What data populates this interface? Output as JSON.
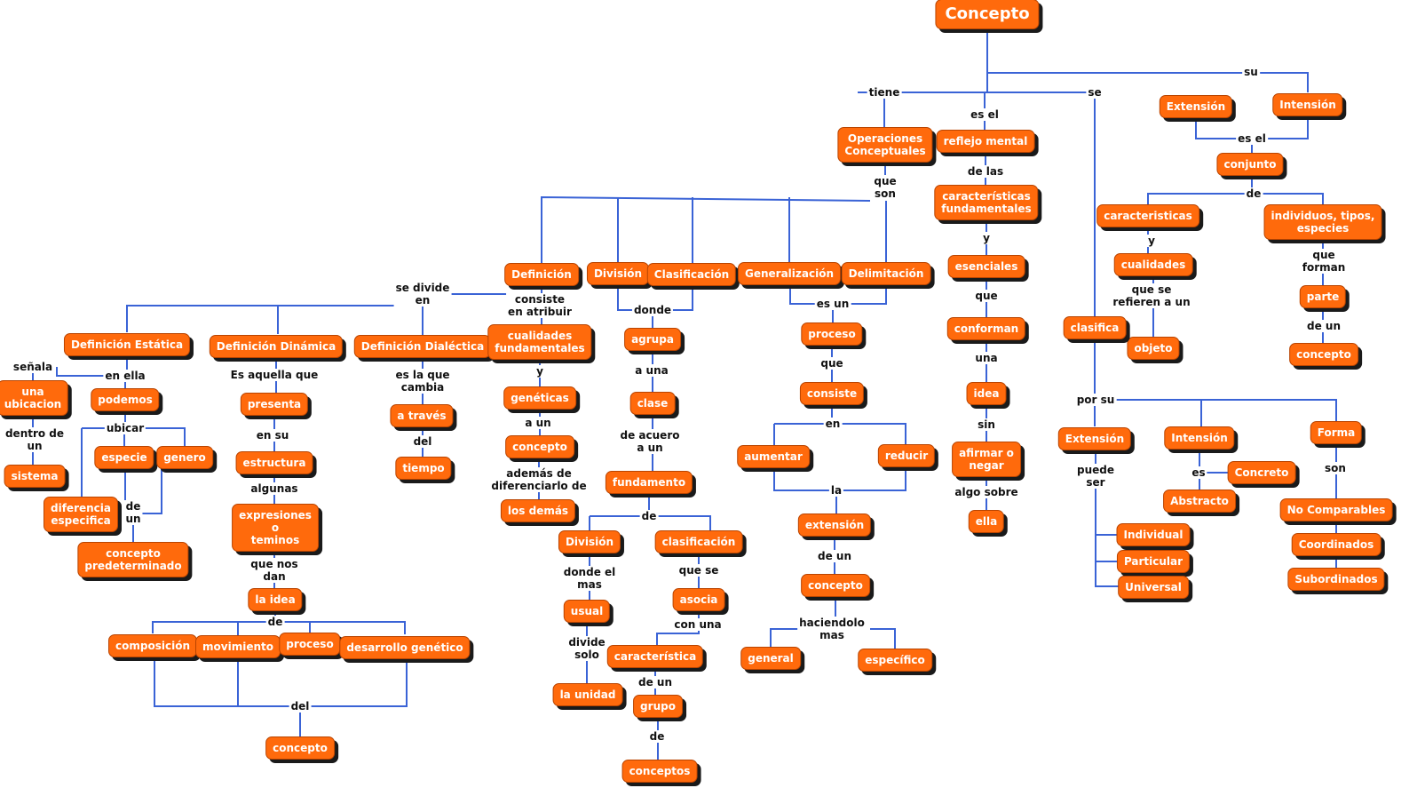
{
  "colors": {
    "node_fill": "#ff6a0c",
    "line": "#3a63d6",
    "label_text": "#111111"
  },
  "nodes": {
    "concepto_root": "Concepto",
    "operaciones": "Operaciones\nConceptuales",
    "reflejo": "reflejo mental",
    "caracteristicas_fund": "características\nfundamentales",
    "esenciales": "esenciales",
    "conforman": "conforman",
    "idea_r": "idea",
    "afirmar": "afirmar o\nnegar",
    "ella": "ella",
    "extension_top": "Extensión",
    "intension_top": "Intensión",
    "conjunto": "conjunto",
    "caracteristicas2": "caracteristicas",
    "cualidades2": "cualidades",
    "objeto": "objeto",
    "individuos": "individuos, tipos,\nespecies",
    "parte": "parte",
    "concepto_parte": "concepto",
    "clasifica": "clasifica",
    "extension_c": "Extensión",
    "intension_c": "Intensión",
    "forma": "Forma",
    "individual": "Individual",
    "particular": "Particular",
    "universal": "Universal",
    "concreto": "Concreto",
    "abstracto": "Abstracto",
    "no_comparables": "No Comparables",
    "coordinados": "Coordinados",
    "subordinados": "Subordinados",
    "definicion": "Definición",
    "division": "División",
    "clasificacion": "Clasificación",
    "generalizacion": "Generalización",
    "delimitacion": "Delimitación",
    "def_estatica": "Definición Estática",
    "def_dinamica": "Definición Dinámica",
    "def_dialectica": "Definición Dialéctica",
    "una_ubicacion": "una\nubicacion",
    "sistema": "sistema",
    "podemos": "podemos",
    "especie": "especie",
    "genero": "genero",
    "dif_especifica": "diferencia\nespecifica",
    "concepto_predet": "concepto\npredeterminado",
    "presenta": "presenta",
    "estructura": "estructura",
    "expresiones": "expresiones\no\nteminos",
    "la_idea": "la idea",
    "composicion": "composición",
    "movimiento": "movimiento",
    "proceso_d": "proceso",
    "desarrollo": "desarrollo genético",
    "concepto_del": "concepto",
    "a_traves": "a través",
    "tiempo": "tiempo",
    "cualidades_fund": "cualidades\nfundamentales",
    "geneticas": "genéticas",
    "concepto_def": "concepto",
    "los_demas": "los demás",
    "agrupa": "agrupa",
    "clase": "clase",
    "fundamento": "fundamento",
    "division2": "División",
    "clasificacion2": "clasificación",
    "usual": "usual",
    "la_unidad": "la unidad",
    "asocia": "asocia",
    "caracteristica": "característica",
    "grupo": "grupo",
    "conceptos": "conceptos",
    "proceso_g": "proceso",
    "consiste": "consiste",
    "aumentar": "aumentar",
    "reducir": "reducir",
    "extension_g": "extensión",
    "concepto_g": "concepto",
    "general": "general",
    "especifico": "específico"
  },
  "labels": {
    "tiene": "tiene",
    "es_el": "es el",
    "se": "se",
    "su": "su",
    "es_el2": "es el",
    "que_son": "que\nson",
    "de_las": "de las",
    "y1": "y",
    "que1": "que",
    "una1": "una",
    "sin": "sin",
    "algo_sobre": "algo sobre",
    "de_conj": "de",
    "y2": "y",
    "que_se_refieren": "que se\nrefieren a un",
    "que_forman": "que\nforman",
    "de_un_parte": "de un",
    "por_su": "por su",
    "puede_ser": "puede\nser",
    "es_int": "es",
    "son": "son",
    "se_divide": "se divide\nen",
    "consiste_atribuir": "consiste\nen atribuir",
    "y3": "y",
    "a_un": "a un",
    "ademas": "además de\ndiferenciarlo de",
    "donde": "donde",
    "a_una": "a una",
    "de_acuerdo": "de acuero\na un",
    "de_fund": "de",
    "donde_el_mas": "donde el\nmas",
    "divide_solo": "divide\nsolo",
    "que_se2": "que se",
    "con_una": "con una",
    "de_un2": "de un",
    "de_grupo": "de",
    "es_un": "es un",
    "que_g": "que",
    "en_g": "en",
    "la_g": "la",
    "de_un_g": "de un",
    "haciendolo": "haciendolo\nmas",
    "senala": "señala",
    "dentro": "dentro de\nun",
    "en_ella": "en ella",
    "ubicar": "ubicar",
    "de_un_est": "de\nun",
    "es_aquella": "Es aquella que",
    "en_su": "en su",
    "algunas": "algunas",
    "que_nos_dan": "que nos\ndan",
    "de_idea": "de",
    "del": "del",
    "es_la_que": "es la que\ncambia",
    "del_t": "del"
  }
}
